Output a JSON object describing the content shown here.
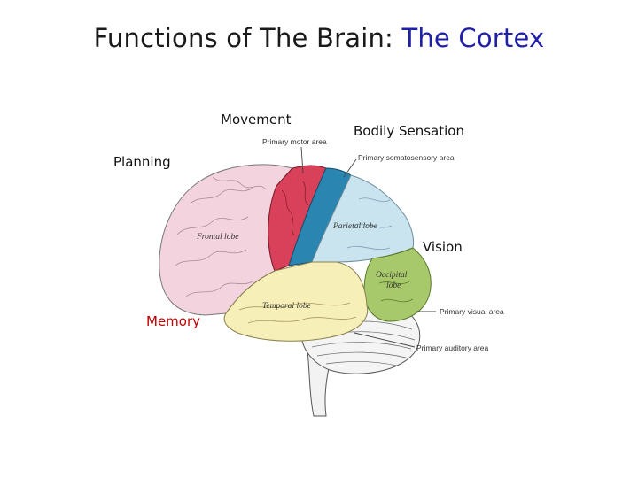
{
  "title": {
    "prefix": "Functions of The Brain: ",
    "accent": "The Cortex",
    "accent_color": "#1f1fa8"
  },
  "callouts": {
    "movement": "Movement",
    "bodily_sensation": "Bodily Sensation",
    "planning": "Planning",
    "vision": "Vision",
    "memory": "Memory",
    "memory_color": "#c00000"
  },
  "diagram": {
    "primary_motor_area": "Primary motor area",
    "primary_somatosensory_area": "Primary somatosensory area",
    "frontal_lobe": "Frontal lobe",
    "parietal_lobe": "Parietal lobe",
    "occipital_lobe_1": "Occipital",
    "occipital_lobe_2": "lobe",
    "temporal_lobe": "Temporal lobe",
    "primary_visual_area": "Primary visual area",
    "primary_auditory_area": "Primary auditory area"
  },
  "colors": {
    "frontal": "#f3d3de",
    "motor": "#d9405a",
    "somatosensory": "#2a86b0",
    "parietal": "#c9e3ef",
    "occipital": "#a8c96b",
    "temporal": "#f7efb8",
    "cerebellum": "#f4f4f4"
  }
}
